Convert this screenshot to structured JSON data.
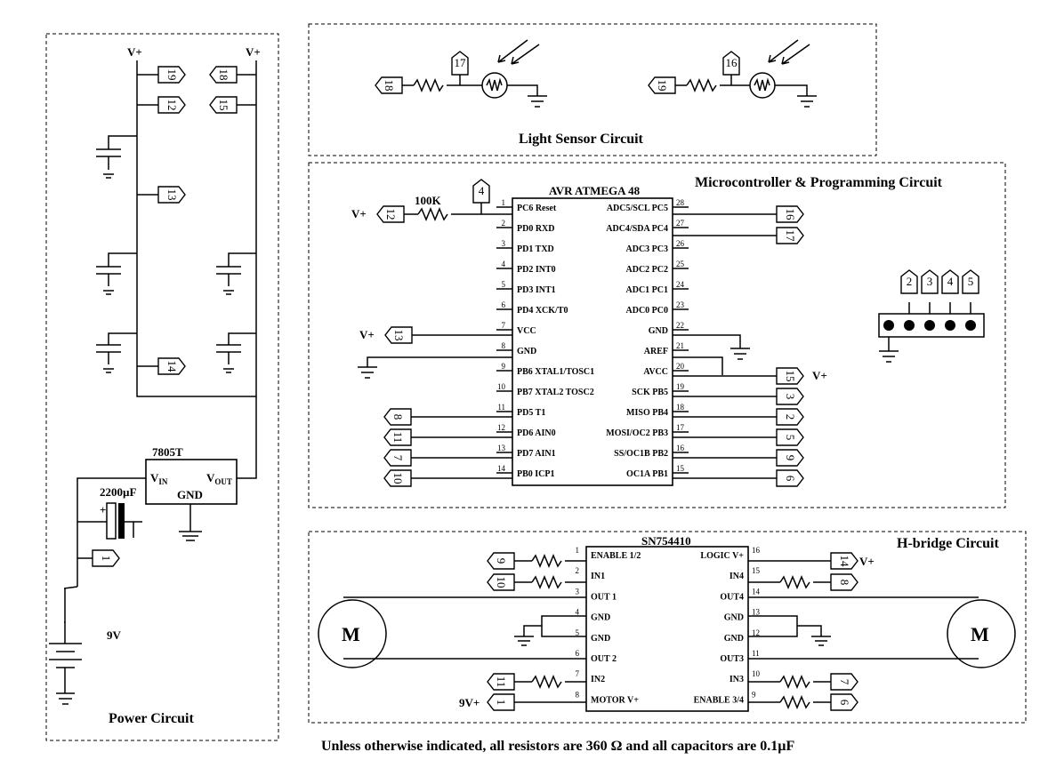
{
  "titles": {
    "power": "Power Circuit",
    "light": "Light Sensor Circuit",
    "mcu": "Microcontroller & Programming Circuit",
    "hbridge": "H-bridge Circuit"
  },
  "footer_note": "Unless otherwise indicated, all resistors are 360 Ω and all capacitors are 0.1µF",
  "power": {
    "regulator": "7805T",
    "vin_label": "V",
    "vin_sub": "IN",
    "vout_label": "V",
    "vout_sub": "OUT",
    "gnd_label": "GND",
    "cap_value": "2200µF",
    "plus": "+",
    "battery": "9V",
    "vplus": "V+",
    "tags": [
      "19",
      "12",
      "13",
      "14",
      "18",
      "15",
      "1"
    ]
  },
  "light": {
    "tags": [
      "18",
      "17",
      "19",
      "16"
    ]
  },
  "mcu": {
    "chip_name": "AVR ATMEGA 48",
    "left_pins": [
      {
        "num": "1",
        "label": "PC6 Reset"
      },
      {
        "num": "2",
        "label": "PD0 RXD"
      },
      {
        "num": "3",
        "label": "PD1 TXD"
      },
      {
        "num": "4",
        "label": "PD2 INT0"
      },
      {
        "num": "5",
        "label": "PD3 INT1"
      },
      {
        "num": "6",
        "label": "PD4 XCK/T0"
      },
      {
        "num": "7",
        "label": "VCC"
      },
      {
        "num": "8",
        "label": "GND"
      },
      {
        "num": "9",
        "label": "PB6 XTAL1/TOSC1"
      },
      {
        "num": "10",
        "label": "PB7 XTAL2 TOSC2"
      },
      {
        "num": "11",
        "label": "PD5 T1"
      },
      {
        "num": "12",
        "label": "PD6 AIN0"
      },
      {
        "num": "13",
        "label": "PD7 AIN1"
      },
      {
        "num": "14",
        "label": "PB0 ICP1"
      }
    ],
    "right_pins": [
      {
        "num": "28",
        "label": "ADC5/SCL PC5"
      },
      {
        "num": "27",
        "label": "ADC4/SDA PC4"
      },
      {
        "num": "26",
        "label": "ADC3 PC3"
      },
      {
        "num": "25",
        "label": "ADC2 PC2"
      },
      {
        "num": "24",
        "label": "ADC1 PC1"
      },
      {
        "num": "23",
        "label": "ADC0 PC0"
      },
      {
        "num": "22",
        "label": "GND"
      },
      {
        "num": "21",
        "label": "AREF"
      },
      {
        "num": "20",
        "label": "AVCC"
      },
      {
        "num": "19",
        "label": "SCK PB5"
      },
      {
        "num": "18",
        "label": "MISO PB4"
      },
      {
        "num": "17",
        "label": "MOSI/OC2 PB3"
      },
      {
        "num": "16",
        "label": "SS/OC1B PB2"
      },
      {
        "num": "15",
        "label": "OC1A PB1"
      }
    ],
    "resistor": "100K",
    "vplus": "V+",
    "reset_tag": "4",
    "tag_v12": "12",
    "tag_v13": "13",
    "left_tags": [
      "8",
      "11",
      "7",
      "10"
    ],
    "right_top_tags": [
      "16",
      "17"
    ],
    "right_tags": [
      "15",
      "3",
      "2",
      "5",
      "9",
      "6"
    ],
    "header_tags": [
      "2",
      "3",
      "4",
      "5"
    ]
  },
  "hbridge": {
    "chip_name": "SN754410",
    "left_pins": [
      {
        "num": "1",
        "label": "ENABLE 1/2"
      },
      {
        "num": "2",
        "label": "IN1"
      },
      {
        "num": "3",
        "label": "OUT 1"
      },
      {
        "num": "4",
        "label": "GND"
      },
      {
        "num": "5",
        "label": "GND"
      },
      {
        "num": "6",
        "label": "OUT 2"
      },
      {
        "num": "7",
        "label": "IN2"
      },
      {
        "num": "8",
        "label": "MOTOR V+"
      }
    ],
    "right_pins": [
      {
        "num": "16",
        "label": "LOGIC V+"
      },
      {
        "num": "15",
        "label": "IN4"
      },
      {
        "num": "14",
        "label": "OUT4"
      },
      {
        "num": "13",
        "label": "GND"
      },
      {
        "num": "12",
        "label": "GND"
      },
      {
        "num": "11",
        "label": "OUT3"
      },
      {
        "num": "10",
        "label": "IN3"
      },
      {
        "num": "9",
        "label": "ENABLE 3/4"
      }
    ],
    "motor": "M",
    "vplus": "V+",
    "nine_v": "9V+",
    "left_tags": [
      "9",
      "10",
      "11",
      "1"
    ],
    "right_tags": [
      "14",
      "8",
      "7",
      "6"
    ]
  }
}
